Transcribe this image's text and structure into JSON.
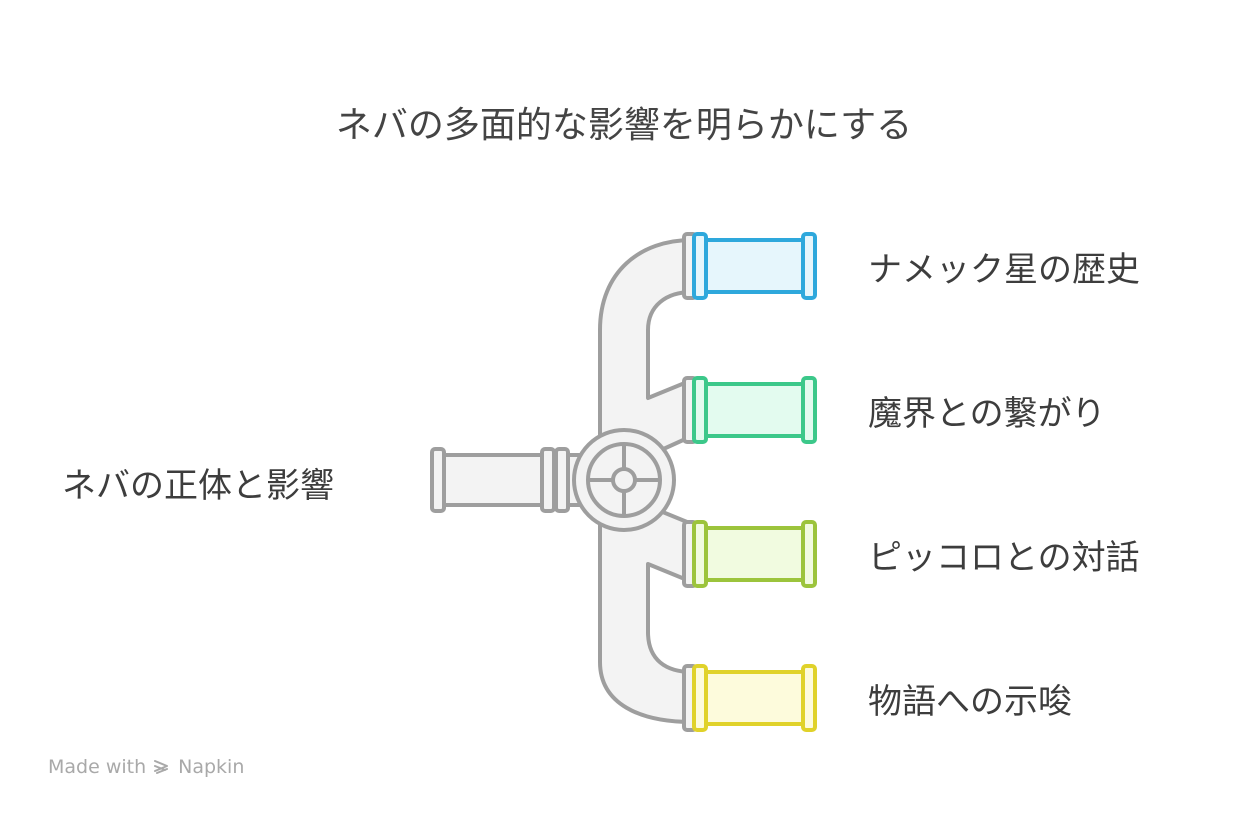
{
  "title": "ネバの多面的な影響を明らかにする",
  "source": {
    "label": "ネバの正体と影響"
  },
  "branches": [
    {
      "label": "ナメック星の歴史",
      "color": "#2ea8dc",
      "fill": "#e6f6fc"
    },
    {
      "label": "魔界との繋がり",
      "color": "#3cc88a",
      "fill": "#e3fbef"
    },
    {
      "label": "ピッコロとの対話",
      "color": "#9cc43c",
      "fill": "#f1fbe0"
    },
    {
      "label": "物語への示唆",
      "color": "#e0d22a",
      "fill": "#fdfbdc"
    }
  ],
  "footer": {
    "made_with": "Made with",
    "brand": "Napkin",
    "icon": "napkin-logo-icon"
  }
}
